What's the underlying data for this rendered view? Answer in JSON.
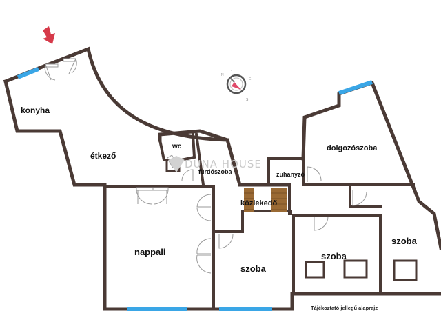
{
  "rooms": {
    "konyha": "konyha",
    "etkezo": "étkező",
    "wc": "wc",
    "furdoszoba": "fürdőszoba",
    "zuhanyzo": "zuhanyzó",
    "kozlekedo": "közlekedő",
    "dolgozoszoba": "dolgozószoba",
    "nappali": "nappali",
    "szoba_1": "szoba",
    "szoba_2": "szoba",
    "szoba_3": "szoba"
  },
  "note": "Tájékoztató jellegű alaprajz",
  "watermark": "DUNA HOUSE",
  "colors": {
    "wall": "#4a3a35",
    "window": "#3aa6e6",
    "stair": "#9a6a34",
    "arrow": "#d63a4a",
    "door": "#9a9a9a",
    "compass_needle": "#e04a6a"
  }
}
